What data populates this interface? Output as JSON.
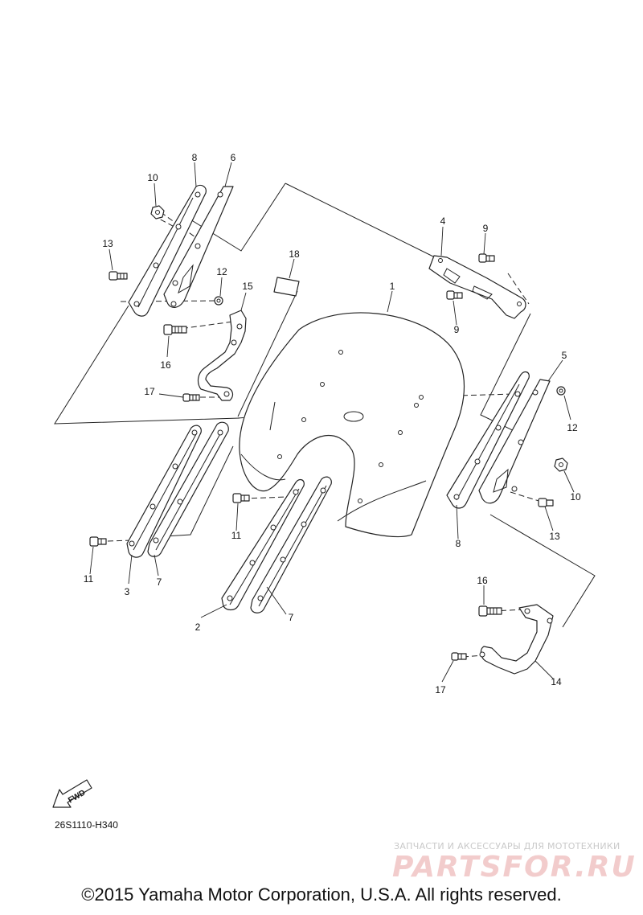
{
  "callouts": {
    "c1": "1",
    "c2": "2",
    "c3": "3",
    "c4": "4",
    "c5": "5",
    "c6": "6",
    "c7a": "7",
    "c7b": "7",
    "c8a": "8",
    "c8b": "8",
    "c9a": "9",
    "c9b": "9",
    "c10a": "10",
    "c10b": "10",
    "c11a": "11",
    "c11b": "11",
    "c12a": "12",
    "c12b": "12",
    "c13a": "13",
    "c13b": "13",
    "c14": "14",
    "c15": "15",
    "c16a": "16",
    "c16b": "16",
    "c17a": "17",
    "c17b": "17",
    "c18": "18"
  },
  "fwd_label": "FWD",
  "diagram_code": "26S1110-H340",
  "watermark": {
    "tagline": "ЗАПЧАСТИ И АКСЕССУАРЫ ДЛЯ МОТОТЕХНИКИ",
    "brand": "PARTSFOR.RU"
  },
  "copyright": "©2015 Yamaha Motor Corporation, U.S.A. All rights reserved."
}
